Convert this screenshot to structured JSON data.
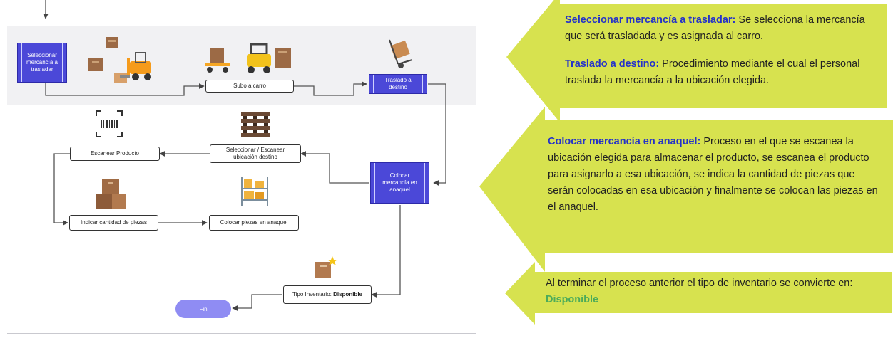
{
  "diagram": {
    "start_process": "Seleccionar mercancía a trasladar",
    "step_subo": "Subo a carro",
    "process_traslado": "Traslado a destino",
    "process_colocar": "Colocar mercancía en anaquel",
    "step_seleccionar_escanear": "Seleccionar / Escanear ubicación destino",
    "step_escanear_producto": "Escanear Producto",
    "step_indicar": "Indicar cantidad de piezas",
    "step_colocar_piezas": "Colocar piezas en anaquel",
    "step_tipo_inventario_prefix": "Tipo Inventario: ",
    "step_tipo_inventario_value": "Disponible",
    "end": "Fin"
  },
  "callouts": {
    "c1_title1": "Seleccionar mercancía a trasladar:",
    "c1_text1": " Se selecciona la mercancía que será trasladada y es asignada al carro.",
    "c1_title2": "Traslado a destino:",
    "c1_text2": " Procedimiento mediante el cual el personal traslada la mercancía a la ubicación elegida.",
    "c2_title": "Colocar mercancía en anaquel:",
    "c2_text": " Proceso en el que se escanea la ubicación elegida para almacenar el producto, se escanea el producto para asignarlo a esa ubicación, se indica la cantidad de piezas que serán colocadas en esa ubicación y finalmente se colocan las piezas en el anaquel.",
    "c3_text": "Al terminar el proceso anterior el tipo de inventario se convierte en: ",
    "c3_highlight": "Disponible"
  },
  "colors": {
    "process_fill": "#4b48d8",
    "terminal_fill": "#8f8cf3",
    "callout_fill": "#d7e24f",
    "title_blue": "#2432c9",
    "highlight_green": "#4cab5a"
  },
  "icons": [
    "boxes-icon",
    "forklift-icon",
    "box-cart-icon",
    "hand-truck-icon",
    "barcode-scanner-icon",
    "pallet-rack-icon",
    "stacked-boxes-icon",
    "shelf-boxes-icon",
    "box-star-icon"
  ]
}
